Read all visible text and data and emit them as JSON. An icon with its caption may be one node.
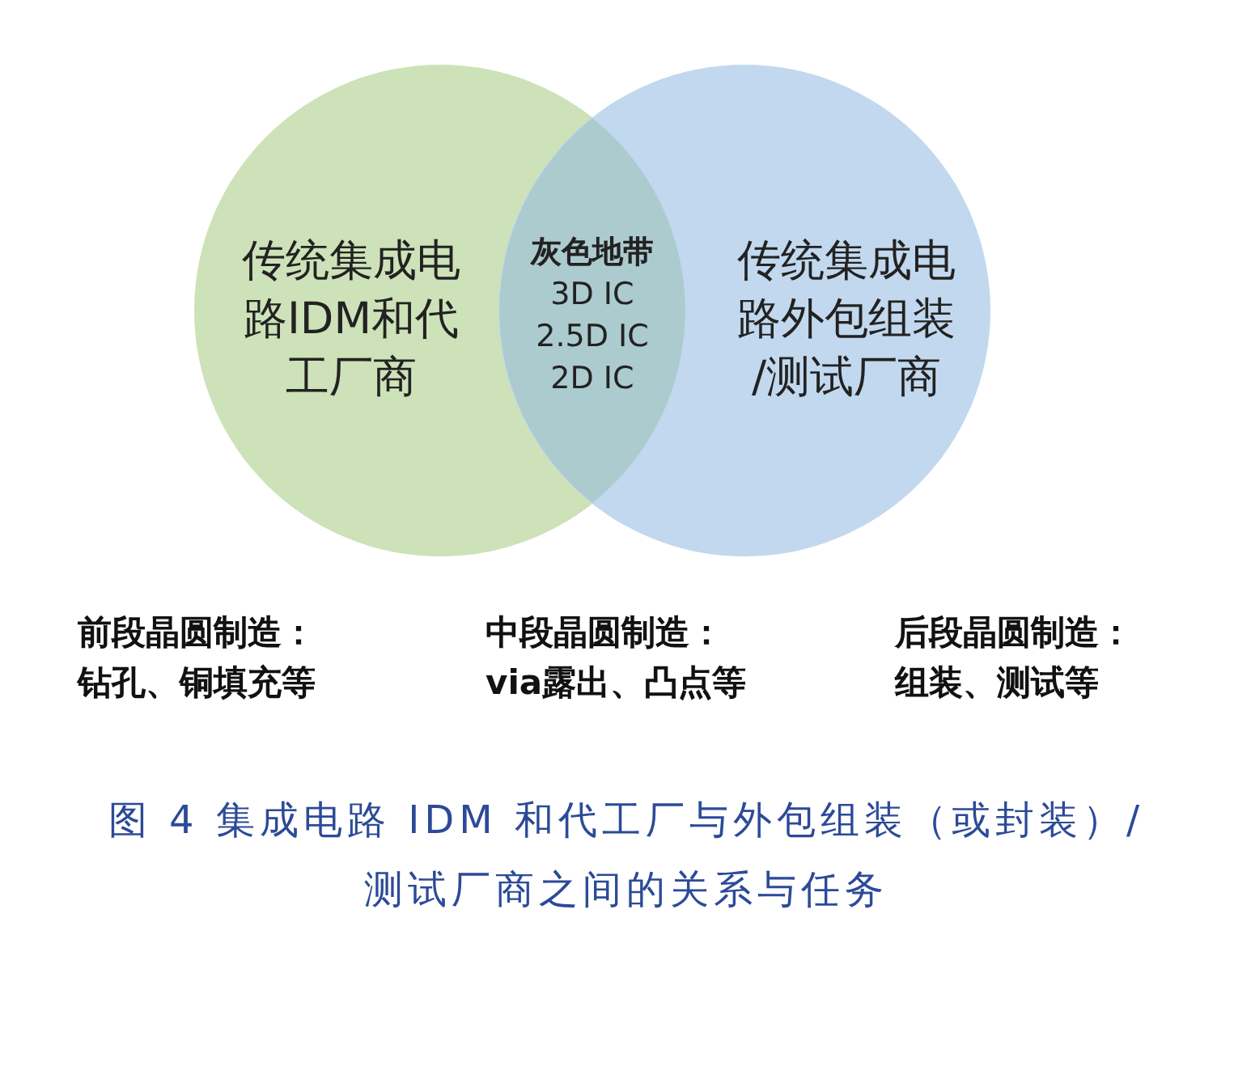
{
  "diagram": {
    "caption": "图 4 集成电路 IDM 和代工厂与外包组装（或封装）/测试厂商之间的关系与任务",
    "nodes": [
      {
        "text": [
          "传统集成电路IDM和代工厂商"
        ]
      },
      {
        "text": [
          "灰色地带",
          "3D IC",
          "2.5D IC",
          "2D IC"
        ]
      },
      {
        "text": [
          "传统集成电路外包组装/测试厂商"
        ]
      }
    ],
    "labels": [
      "前段晶圆制造：",
      "钻孔、铜填充等",
      "中段晶圆制造：",
      "via露出、凸点等",
      "后段晶圆制造：",
      "组装、测试等"
    ]
  }
}
